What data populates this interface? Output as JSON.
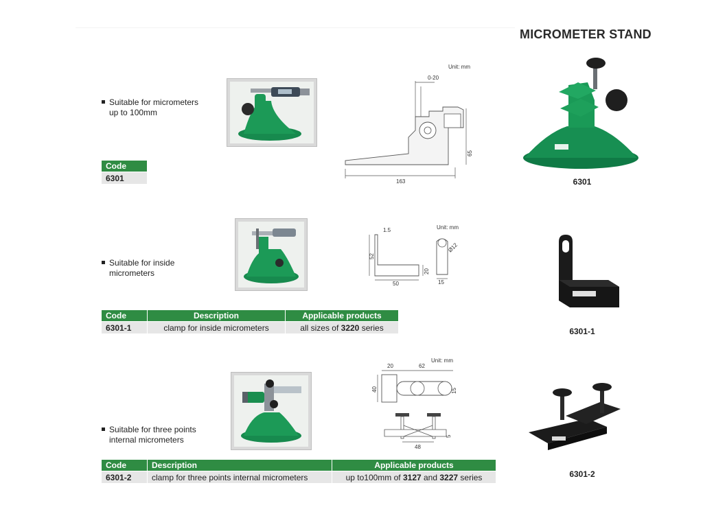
{
  "page": {
    "title": "MICROMETER STAND"
  },
  "unit_label": "Unit: mm",
  "sections": [
    {
      "bullet_line1": "Suitable for micrometers",
      "bullet_line2": "up to 100mm",
      "table": {
        "header": [
          "Code"
        ],
        "rows": [
          [
            "6301"
          ]
        ]
      },
      "dims": {
        "top": "0-20",
        "height": "65",
        "length": "163"
      },
      "caption": "6301"
    },
    {
      "bullet_line1": "Suitable for inside",
      "bullet_line2": "micrometers",
      "table": {
        "header": [
          "Code",
          "Description",
          "Applicable products"
        ],
        "rows": [
          {
            "code": "6301-1",
            "desc": "clamp for inside micrometers",
            "prod_pre": "all sizes of ",
            "prod_bold": "3220",
            "prod_post": " series"
          }
        ]
      },
      "dims": {
        "d1": "1.5",
        "d2": "52",
        "d3": "50",
        "d4": "20",
        "d5": "Ø12",
        "d6": "15"
      },
      "caption": "6301-1"
    },
    {
      "bullet_line1": "Suitable for three points",
      "bullet_line2": "internal micrometers",
      "table": {
        "header": [
          "Code",
          "Description",
          "Applicable products"
        ],
        "rows": [
          {
            "code": "6301-2",
            "desc": "clamp for three points internal micrometers",
            "prod_pre": "up to100mm of ",
            "prod_bold1": "3127",
            "prod_mid": " and ",
            "prod_bold2": "3227",
            "prod_post": " series"
          }
        ]
      },
      "dims": {
        "d1": "20",
        "d2": "62",
        "d3": "40",
        "d4": "15",
        "d5": "5",
        "d6": "48"
      },
      "caption": "6301-2"
    }
  ],
  "colors": {
    "brand_green": "#2f8c43",
    "row_gray": "#e6e6e6",
    "product_green": "#13814a"
  }
}
